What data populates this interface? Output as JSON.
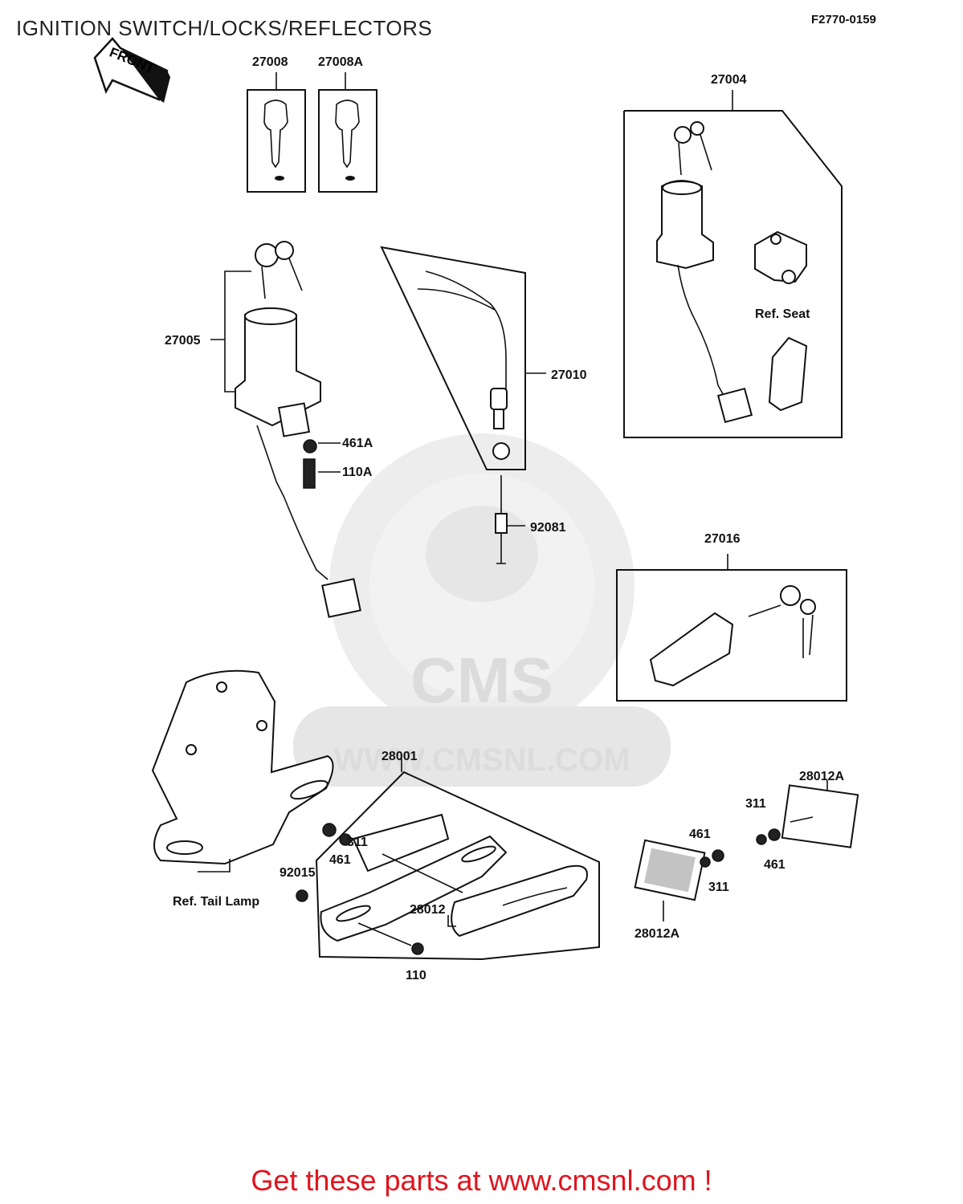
{
  "header": {
    "title": "IGNITION SWITCH/LOCKS/REFLECTORS",
    "figure_code": "F2770-0159",
    "direction_arrow": "FRONT"
  },
  "watermark": {
    "brand": "CMS",
    "url": "WWW.CMSNL.COM"
  },
  "parts": {
    "p27008": "27008",
    "p27008A": "27008A",
    "p27004": "27004",
    "p27005": "27005",
    "p27010": "27010",
    "p461A": "461A",
    "p110A": "110A",
    "p92081": "92081",
    "p27016": "27016",
    "p28001": "28001",
    "p311a": "311",
    "p461a": "461",
    "p92015": "92015",
    "p28012": "28012",
    "p110": "110",
    "p28012A_top": "28012A",
    "p311b": "311",
    "p461b": "461",
    "p461c": "461",
    "p311c": "311",
    "p28012A_bottom": "28012A"
  },
  "references": {
    "ref_seat": "Ref. Seat",
    "ref_tail_lamp": "Ref. Tail Lamp"
  },
  "footer": {
    "text": "Get these parts at www.cmsnl.com !"
  }
}
